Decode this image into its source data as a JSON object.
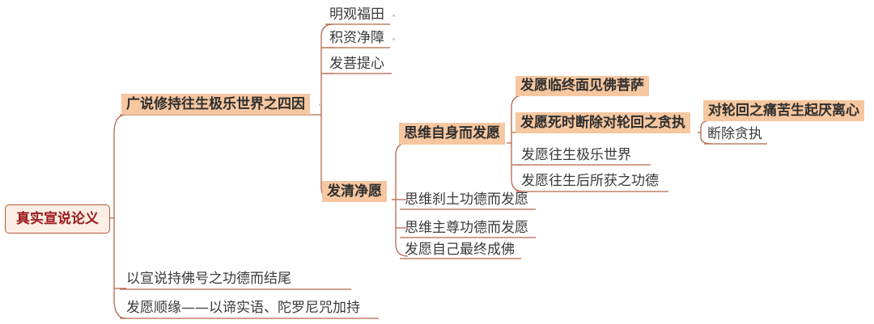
{
  "root": "真实宣说论义",
  "branches": {
    "four_causes": "广说修持往生极乐世界之四因",
    "c1": "明观福田",
    "c2": "积资净障",
    "c3": "发菩提心",
    "pure_vow": "发清净愿",
    "self_reflect": "思维自身而发愿",
    "v1": "发愿临终面见佛菩萨",
    "v2": "发愿死时断除对轮回之贪执",
    "v2a": "对轮回之痛苦生起厌离心",
    "v2b": "断除贪执",
    "v3": "发愿往生极乐世界",
    "v4": "发愿往生后所获之功德",
    "land": "思维刹土功德而发愿",
    "lord": "思维主尊功德而发愿",
    "buddha": "发愿自己最终成佛",
    "conclude": "以宣说持佛号之功德而结尾",
    "dedication": "发愿顺缘——以谛实语、陀罗尼咒加持"
  },
  "colors": {
    "line": "#b5684a",
    "highlight": "#f6c7a0",
    "root_text": "#9a1a1a"
  }
}
